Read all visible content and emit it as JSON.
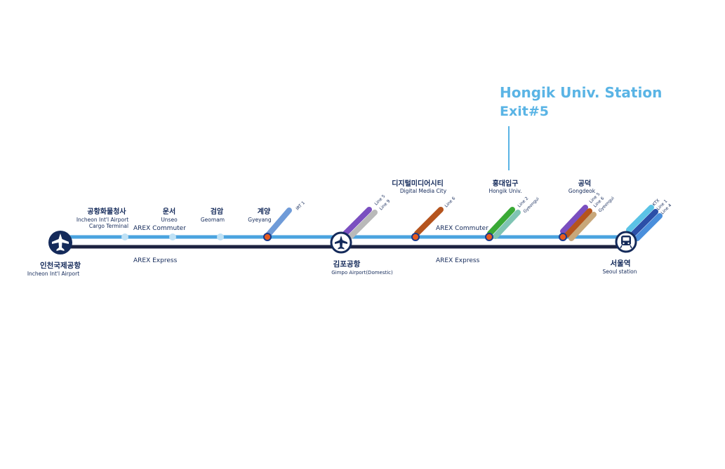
{
  "callout": {
    "title": "Hongik Univ. Station",
    "subtitle": "Exit#5"
  },
  "line_labels": {
    "commuter": "AREX Commuter",
    "express": "AREX Express"
  },
  "stations": [
    {
      "id": "incheon",
      "name_ko": "인천국제공항",
      "name_en": "Incheon Int'l Airport",
      "type": "terminal-airport",
      "transfers": []
    },
    {
      "id": "cargo",
      "name_ko": "공항화물청사",
      "name_en": "Incheon Int'l Airport Cargo Terminal",
      "type": "stop",
      "transfers": []
    },
    {
      "id": "unseo",
      "name_ko": "운서",
      "name_en": "Unseo",
      "type": "stop",
      "transfers": []
    },
    {
      "id": "geomam",
      "name_ko": "검암",
      "name_en": "Geomam",
      "type": "stop",
      "transfers": []
    },
    {
      "id": "gyeyang",
      "name_ko": "계양",
      "name_en": "Gyeyang",
      "type": "transfer",
      "transfers": [
        {
          "label": "IRT 1",
          "color": "#6f9bd8"
        }
      ]
    },
    {
      "id": "gimpo",
      "name_ko": "김포공항",
      "name_en": "Gimpo Airport(Domestic)",
      "type": "hub-airport",
      "transfers": [
        {
          "label": "Line 5",
          "color": "#7a4fc0"
        },
        {
          "label": "Line 9",
          "color": "#b9b9b9"
        }
      ]
    },
    {
      "id": "dmc",
      "name_ko": "디지털미디어시티",
      "name_en": "Digital Media City",
      "type": "transfer",
      "transfers": [
        {
          "label": "Line 6",
          "color": "#b5541d"
        }
      ]
    },
    {
      "id": "hongik",
      "name_ko": "홍대입구",
      "name_en": "Hongik Univ.",
      "type": "transfer",
      "transfers": [
        {
          "label": "Line 2",
          "color": "#39a935"
        },
        {
          "label": "Gyeongui",
          "color": "#7fc4b3"
        }
      ]
    },
    {
      "id": "gongdeok",
      "name_ko": "공덕",
      "name_en": "Gongdeok",
      "type": "transfer",
      "transfers": [
        {
          "label": "Line 5",
          "color": "#7a4fc0"
        },
        {
          "label": "Line 6",
          "color": "#b5541d"
        },
        {
          "label": "Gyeongui",
          "color": "#c8a77a"
        }
      ]
    },
    {
      "id": "seoul",
      "name_ko": "서울역",
      "name_en": "Seoul station",
      "type": "terminal-rail",
      "transfers": [
        {
          "label": "KTX",
          "color": "#5bc3e6"
        },
        {
          "label": "Line 1",
          "color": "#2b4fa8"
        },
        {
          "label": "Line 4",
          "color": "#4a8fdc"
        }
      ]
    }
  ],
  "colors": {
    "commuter": "#4aa3df",
    "express": "#1c2240",
    "accent": "#5ab4e5",
    "navy": "#142a5a"
  }
}
